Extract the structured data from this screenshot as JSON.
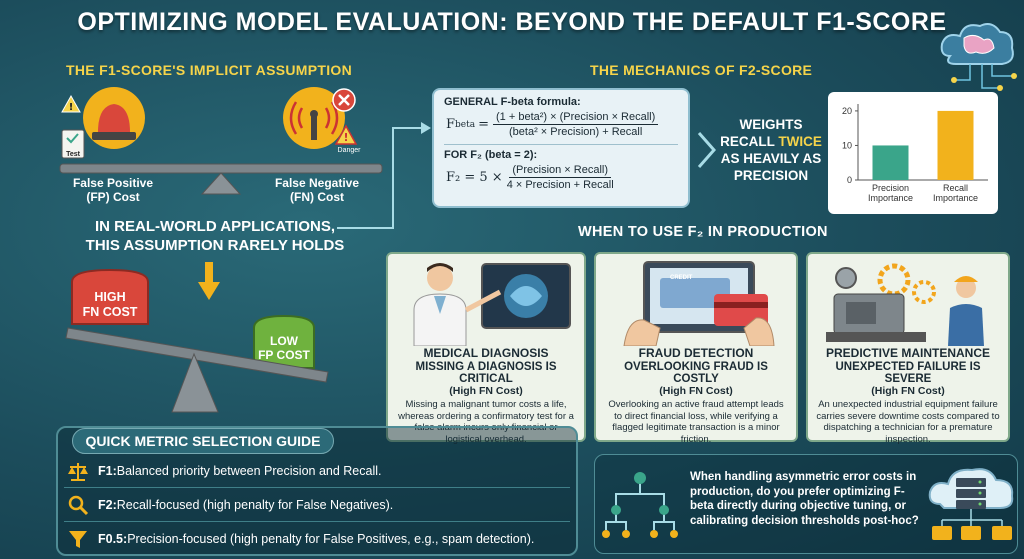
{
  "title": "OPTIMIZING MODEL EVALUATION: BEYOND THE DEFAULT F1-SCORE",
  "left": {
    "heading": "THE F1-SCORE'S IMPLICIT ASSUMPTION",
    "fp_label_1": "False Positive",
    "fp_label_2": "(FP) Cost",
    "fn_label_1": "False Negative",
    "fn_label_2": "(FN) Cost",
    "test_tag": "Test",
    "danger_tag": "Danger",
    "note_1": "IN REAL-WORLD APPLICATIONS,",
    "note_2": "THIS ASSUMPTION RARELY HOLDS",
    "high_1": "HIGH",
    "high_2": "FN COST",
    "low_1": "LOW",
    "low_2": "FP COST"
  },
  "mechanics": {
    "heading": "THE MECHANICS OF F2-SCORE",
    "general_label": "GENERAL F-beta formula:",
    "f_beta": "F",
    "f_beta_sub": "beta",
    "general_num": "(1 + beta²) × (Precision × Recall)",
    "general_den": "(beta² × Precision) + Recall",
    "f2_label": "FOR F₂ (beta = 2):",
    "f2_lhs": "F₂ = 5 ×",
    "f2_num": "(Precision × Recall)",
    "f2_den": "4 × Precision + Recall",
    "weights_1": "WEIGHTS",
    "weights_2": "RECALL",
    "weights_twice": "TWICE",
    "weights_3": "AS HEAVILY AS",
    "weights_4": "PRECISION"
  },
  "chart_data": {
    "type": "bar",
    "categories": [
      "Precision Importance",
      "Recall Importance"
    ],
    "labels": [
      [
        "Precision",
        "Importance"
      ],
      [
        "Recall",
        "Importance"
      ]
    ],
    "values": [
      10,
      20
    ],
    "colors": [
      "#3aa58a",
      "#f2b21c"
    ],
    "ylim": [
      0,
      22
    ],
    "yticks": [
      "0",
      "10",
      "20"
    ]
  },
  "usage": {
    "heading": "WHEN TO USE F₂ IN PRODUCTION",
    "cards": [
      {
        "title": "MEDICAL DIAGNOSIS",
        "subtitle": "MISSING A DIAGNOSIS IS CRITICAL",
        "note": "(High FN Cost)",
        "body": "Missing a malignant tumor costs a life, whereas ordering a confirmatory test for a false alarm incurs only financial or logistical overhead."
      },
      {
        "title": "FRAUD DETECTION",
        "subtitle": "OVERLOOKING FRAUD IS COSTLY",
        "note": "(High FN Cost)",
        "body": "Overlooking an active fraud attempt leads to direct financial loss, while verifying a flagged legitimate transaction is a minor friction."
      },
      {
        "title": "PREDICTIVE MAINTENANCE",
        "subtitle": "UNEXPECTED FAILURE IS SEVERE",
        "note": "(High FN Cost)",
        "body": "An unexpected industrial equipment failure carries severe downtime costs compared to dispatching a technician for a premature inspection."
      }
    ],
    "credit_tag": "CREDIT"
  },
  "guide": {
    "heading": "QUICK METRIC SELECTION GUIDE",
    "rows": [
      {
        "key": "F1:",
        "text": " Balanced priority between Precision and Recall."
      },
      {
        "key": "F2:",
        "text": " Recall-focused (high penalty for False Negatives)."
      },
      {
        "key": "F0.5:",
        "text": " Precision-focused (high penalty for False Positives, e.g., spam detection)."
      }
    ]
  },
  "question": "When handling asymmetric error costs in production, do you prefer optimizing F-beta directly during objective tuning, or calibrating decision thresholds post-hoc?",
  "colors": {
    "accent": "#f6d44a",
    "red": "#d9473b",
    "green": "#6fb23e",
    "teal_bg": "#1c4d5c"
  }
}
